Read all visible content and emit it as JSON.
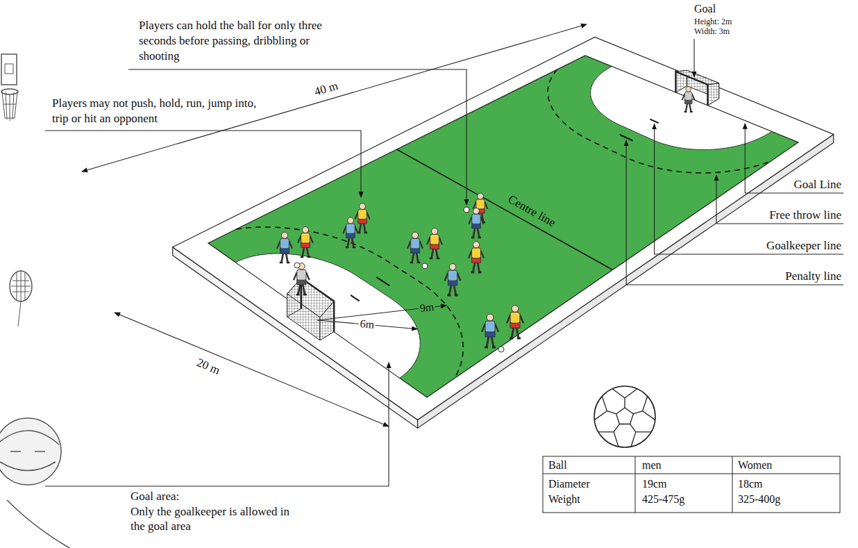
{
  "diagram": {
    "labels": [
      "Players can hold the ball for only three seconds before passing, dribbling or shooting",
      "Goal",
      "Height: 2m",
      "Width: 3m",
      "Players may not push, hold, run, jump into, trip or hit an opponent",
      "40 m",
      "Centre line",
      "Goal Line",
      "Free throw line",
      "Goalkeeper line",
      "Penalty line",
      "9m",
      "6m",
      "20 m",
      "Goal area:",
      "Only the goalkeeper is allowed in the goal area",
      "Ball",
      "men",
      "Women",
      "Diameter",
      "19cm",
      "18cm",
      "Weight",
      "425-475g",
      "325-400g"
    ]
  }
}
